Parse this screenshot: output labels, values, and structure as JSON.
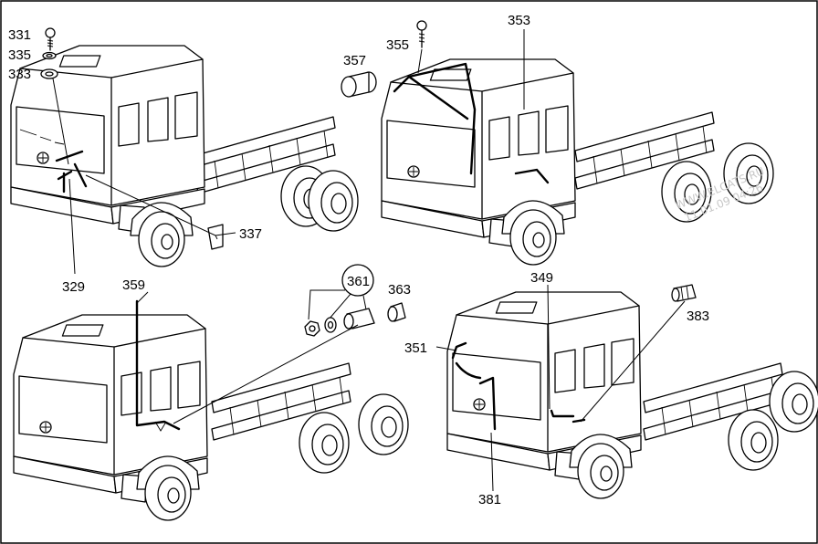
{
  "callouts": {
    "c331": "331",
    "c335": "335",
    "c333": "333",
    "c329": "329",
    "c337": "337",
    "c357": "357",
    "c355": "355",
    "c353": "353",
    "c359": "359",
    "c361": "361",
    "c363": "363",
    "c349": "349",
    "c383": "383",
    "c351": "351",
    "c381": "381"
  },
  "watermark": {
    "line1": "WWW.ELCATS.RU",
    "line2": "11.01.09 04:26"
  }
}
